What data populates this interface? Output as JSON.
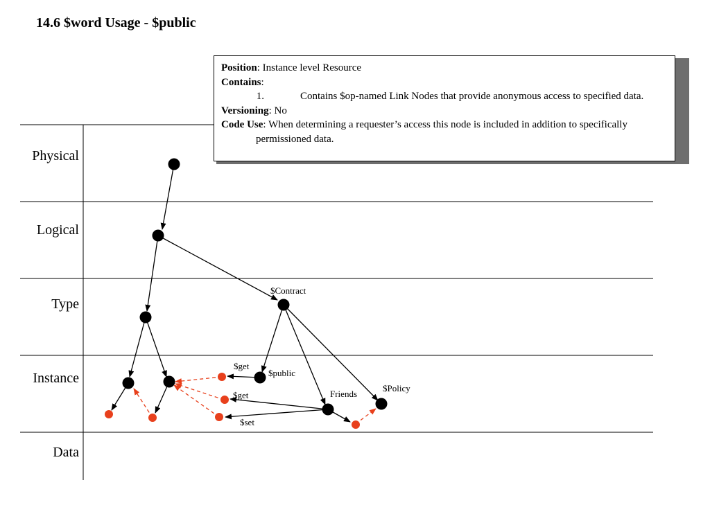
{
  "title": "14.6 $word Usage - $public",
  "info": {
    "position": {
      "label": "Position",
      "text": ": Instance level Resource"
    },
    "contains": {
      "label": "Contains",
      "text": ":"
    },
    "contains_items": [
      {
        "num": "1.",
        "text": "Contains $op-named Link Nodes that provide anonymous access to specified data."
      }
    ],
    "versioning": {
      "label": "Versioning",
      "text": ": No"
    },
    "code_use": {
      "label": "Code Use",
      "text": ": When determining a requester’s access this node is included in addition to specifically permissioned data."
    }
  },
  "lanes": [
    "Physical",
    "Logical",
    "Type",
    "Instance",
    "Data"
  ],
  "node_labels": {
    "contract": "$Contract",
    "public": "$public",
    "get_top": "$get",
    "get_mid": "$get",
    "set": "$set",
    "friends": "Friends",
    "policy": "$Policy"
  },
  "colors": {
    "node": "#000000",
    "link_node": "#e8401c",
    "link_edge": "#e8401c",
    "edge": "#000000"
  }
}
